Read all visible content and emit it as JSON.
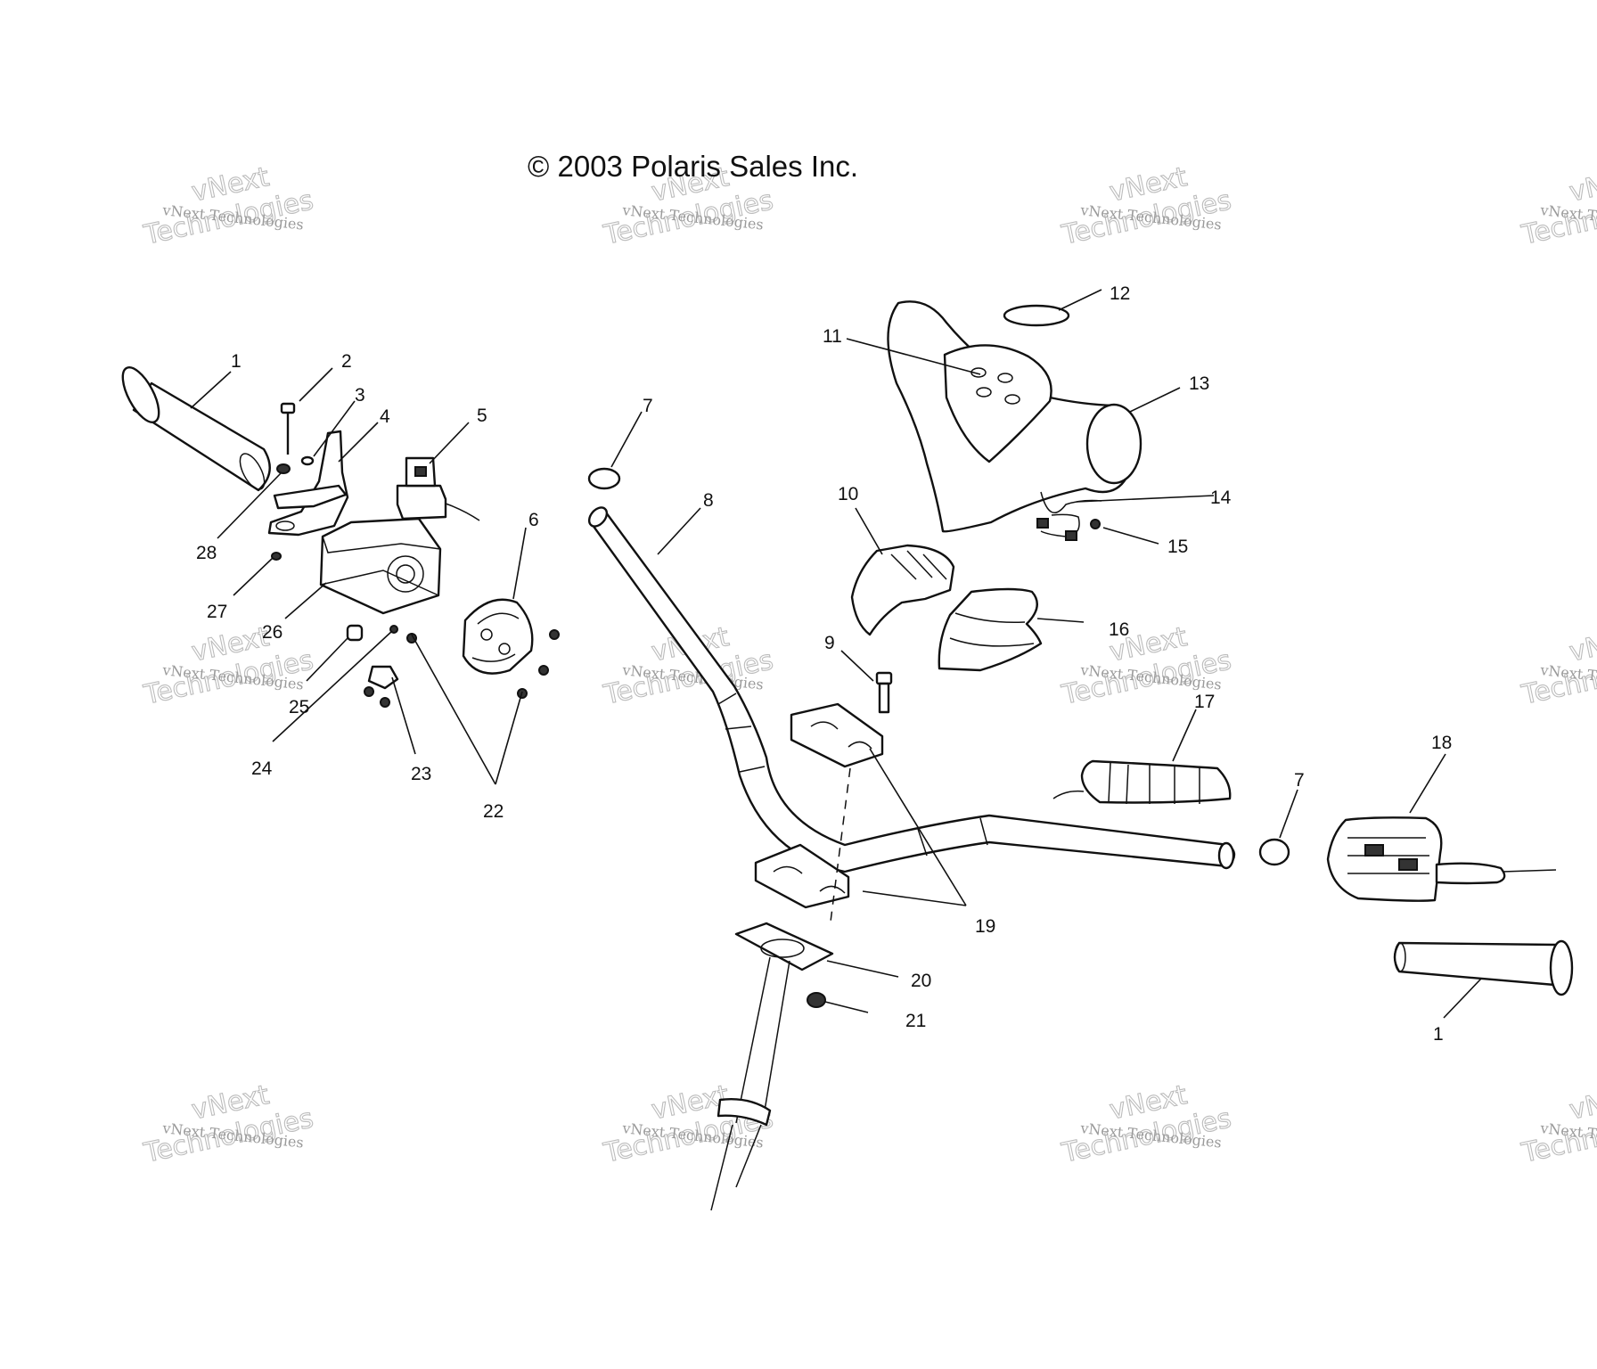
{
  "diagram": {
    "copyright": "© 2003 Polaris Sales Inc.",
    "watermark_small": "vNext Technologies",
    "watermark_big_1": "vNext",
    "watermark_big_2": "Technologies",
    "callouts": {
      "c1a": "1",
      "c1b": "1",
      "c2": "2",
      "c3": "3",
      "c4": "4",
      "c5": "5",
      "c6": "6",
      "c7a": "7",
      "c7b": "7",
      "c8": "8",
      "c9": "9",
      "c10": "10",
      "c11": "11",
      "c12": "12",
      "c13": "13",
      "c14": "14",
      "c15": "15",
      "c16": "16",
      "c17": "17",
      "c18": "18",
      "c19": "19",
      "c20": "20",
      "c21": "21",
      "c22": "22",
      "c23": "23",
      "c24": "24",
      "c25": "25",
      "c26": "26",
      "c27": "27",
      "c28": "28"
    }
  }
}
